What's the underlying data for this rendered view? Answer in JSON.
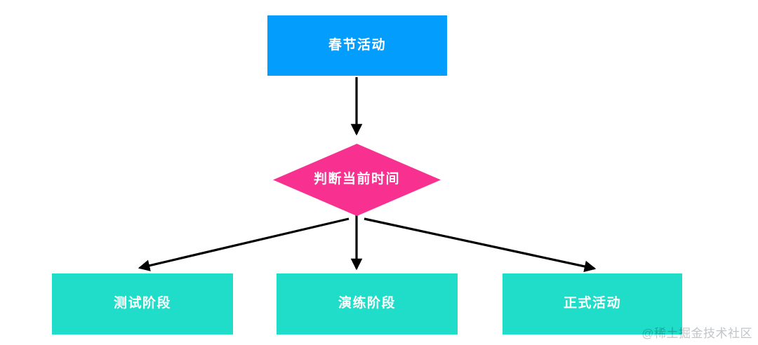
{
  "diagram": {
    "type": "flowchart",
    "title": "",
    "background_color": "#ffffff",
    "colors": {
      "start_fill": "#039DFE",
      "decision_fill": "#F8308F",
      "terminal_fill": "#1FDDC8",
      "node_text": "#ffffff",
      "edge_stroke": "#000000",
      "watermark_text": "#b9bfc4"
    },
    "nodes": [
      {
        "id": "start",
        "shape": "rectangle",
        "label": "春节活动",
        "color": "#039DFE"
      },
      {
        "id": "decision",
        "shape": "diamond",
        "label": "判断当前时间",
        "color": "#F8308F"
      },
      {
        "id": "test",
        "shape": "rectangle",
        "label": "测试阶段",
        "color": "#1FDDC8"
      },
      {
        "id": "drill",
        "shape": "rectangle",
        "label": "演练阶段",
        "color": "#1FDDC8"
      },
      {
        "id": "official",
        "shape": "rectangle",
        "label": "正式活动",
        "color": "#1FDDC8"
      }
    ],
    "edges": [
      {
        "id": "start-to-decision",
        "from": "start",
        "to": "decision",
        "label": "",
        "arrow": "down"
      },
      {
        "id": "decision-to-test",
        "from": "decision",
        "to": "test",
        "label": "",
        "arrow": "down-left"
      },
      {
        "id": "decision-to-drill",
        "from": "decision",
        "to": "drill",
        "label": "",
        "arrow": "down"
      },
      {
        "id": "decision-to-official",
        "from": "decision",
        "to": "official",
        "label": "",
        "arrow": "down-right"
      }
    ]
  },
  "watermark": {
    "text": "@稀土掘金技术社区"
  }
}
